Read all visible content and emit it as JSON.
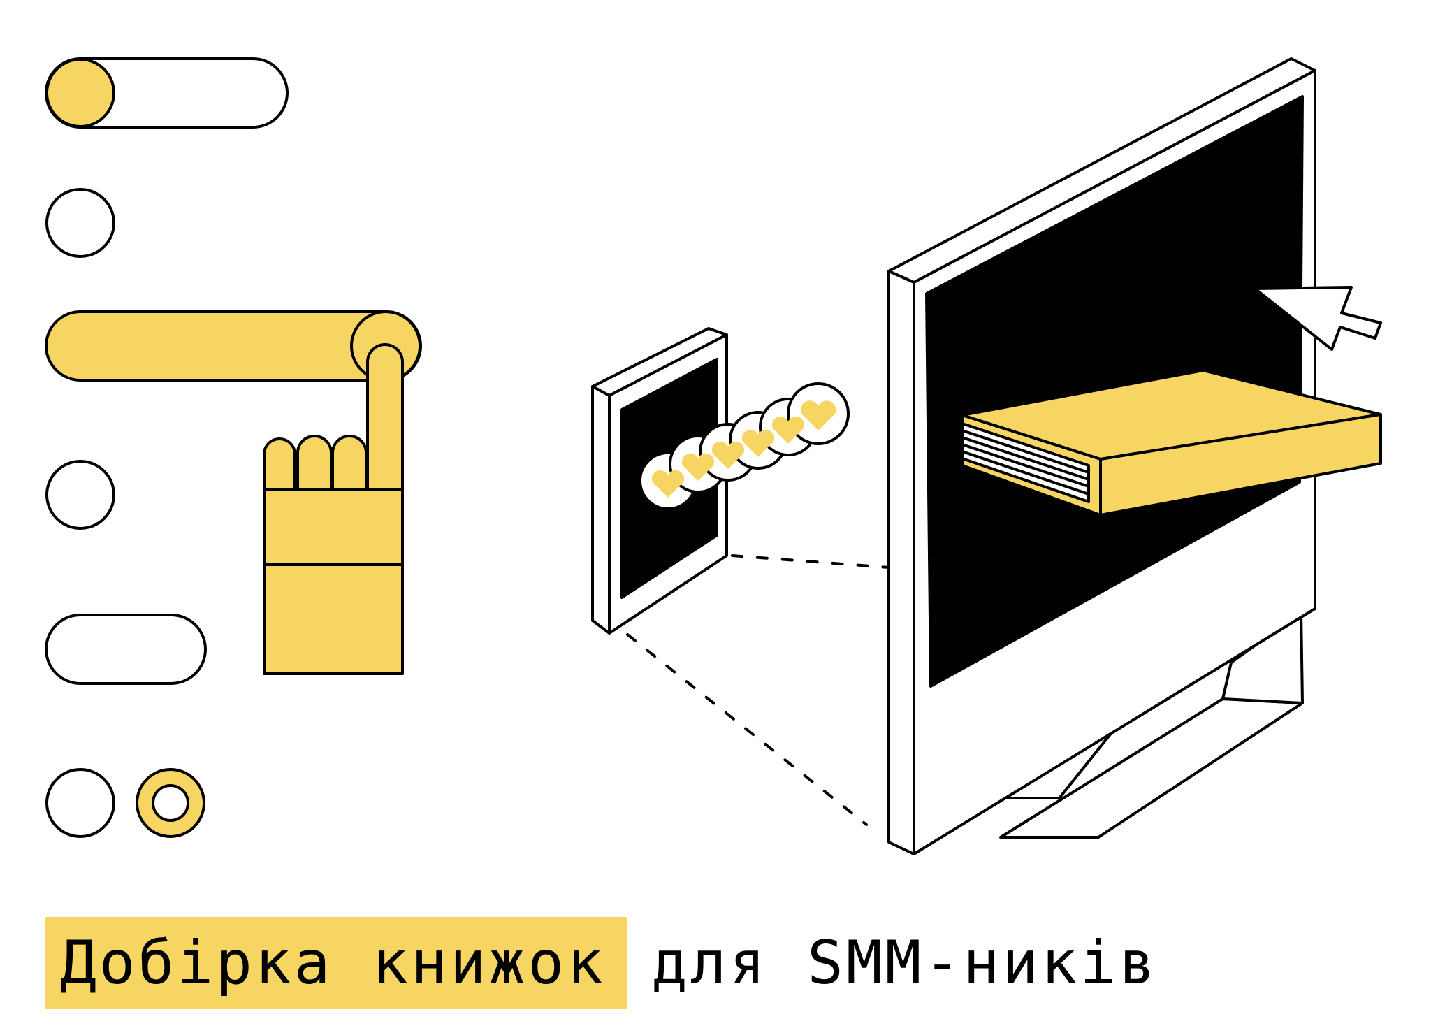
{
  "colors": {
    "accent": "#F6D563",
    "outline": "#000000",
    "background": "#FFFFFF"
  },
  "ui_widgets": {
    "toggle_switch": {
      "state": "off"
    },
    "radio_1": {
      "checked": false
    },
    "slider": {
      "level": 1.0
    },
    "radio_2": {
      "checked": false
    },
    "text_field": {
      "value": ""
    },
    "radio_3": {
      "checked": false
    },
    "radio_4": {
      "checked": true
    }
  },
  "icons": [
    "pointing-hand-icon",
    "phone-icon",
    "heart-icon",
    "monitor-icon",
    "book-icon",
    "cursor-icon"
  ],
  "heart_bubble_count": 6,
  "title": {
    "highlight": "Добірка книжок",
    "rest": "для SMM-ників"
  }
}
